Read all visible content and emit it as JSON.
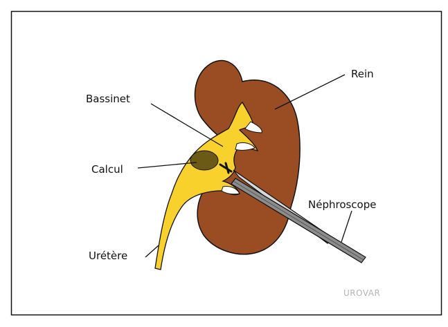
{
  "labels": {
    "rein": "Rein",
    "bassinet": "Bassinet",
    "calcul": "Calcul",
    "nephroscope": "Néphroscope",
    "uretere": "Urétère"
  },
  "watermark": "UROVAR",
  "colors": {
    "kidney": "#9a4d22",
    "pelvis": "#f8d12c",
    "stone": "#6b5a16",
    "scope": "#888888",
    "outline": "#111111",
    "watermark": "#b4b4b4"
  }
}
